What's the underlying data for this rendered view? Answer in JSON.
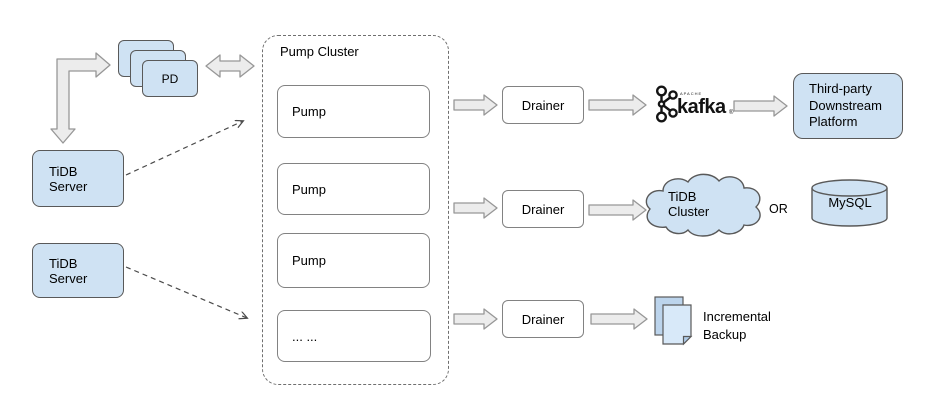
{
  "diagram": {
    "title_hint": "TiDB Binlog architecture diagram",
    "pd": {
      "label": "PD"
    },
    "tidb_servers": [
      {
        "label": "TiDB Server"
      },
      {
        "label": "TiDB Server"
      }
    ],
    "pump_cluster": {
      "title": "Pump Cluster",
      "pumps": [
        "Pump",
        "Pump",
        "Pump",
        "... ..."
      ]
    },
    "drainers": [
      "Drainer",
      "Drainer",
      "Drainer"
    ],
    "kafka": {
      "apache": "APACHE",
      "brand": "kafka",
      "trademark": "®"
    },
    "third_party": {
      "label": "Third-party Downstream Platform"
    },
    "tidb_cluster": {
      "label": "TiDB Cluster"
    },
    "or_label": "OR",
    "mysql": {
      "label": "MySQL"
    },
    "incremental_backup": {
      "label": "Incremental Backup"
    },
    "colors": {
      "node_fill": "#cfe2f3",
      "node_border": "#595959",
      "arrow_fill": "#ececec",
      "arrow_border": "#979797",
      "dashed_line": "#4a4a4a"
    }
  }
}
